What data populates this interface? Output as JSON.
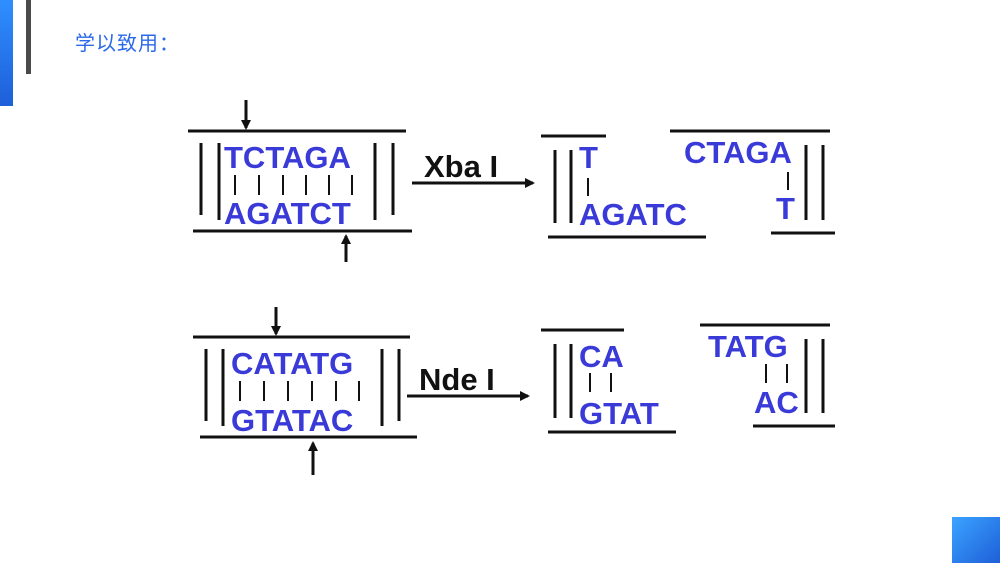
{
  "header": {
    "title": "学以致用："
  },
  "xbaI": {
    "enzyme_label": "Xba I",
    "site_top": "TCTAGA",
    "site_bottom": "AGATCT",
    "left_fragment_top": "T",
    "left_fragment_bottom": "AGATC",
    "right_fragment_top": "CTAGA",
    "right_fragment_bottom": "T"
  },
  "ndeI": {
    "enzyme_label": "Nde I",
    "site_top": "CATATG",
    "site_bottom": "GTATAC",
    "left_fragment_top": "CA",
    "left_fragment_bottom": "GTAT",
    "right_fragment_top": "TATG",
    "right_fragment_bottom": "AC"
  },
  "colors": {
    "title": "#2b68ea",
    "sequence": "#3a3ad8",
    "lines": "#111111",
    "accent": "#1e5fd8"
  }
}
